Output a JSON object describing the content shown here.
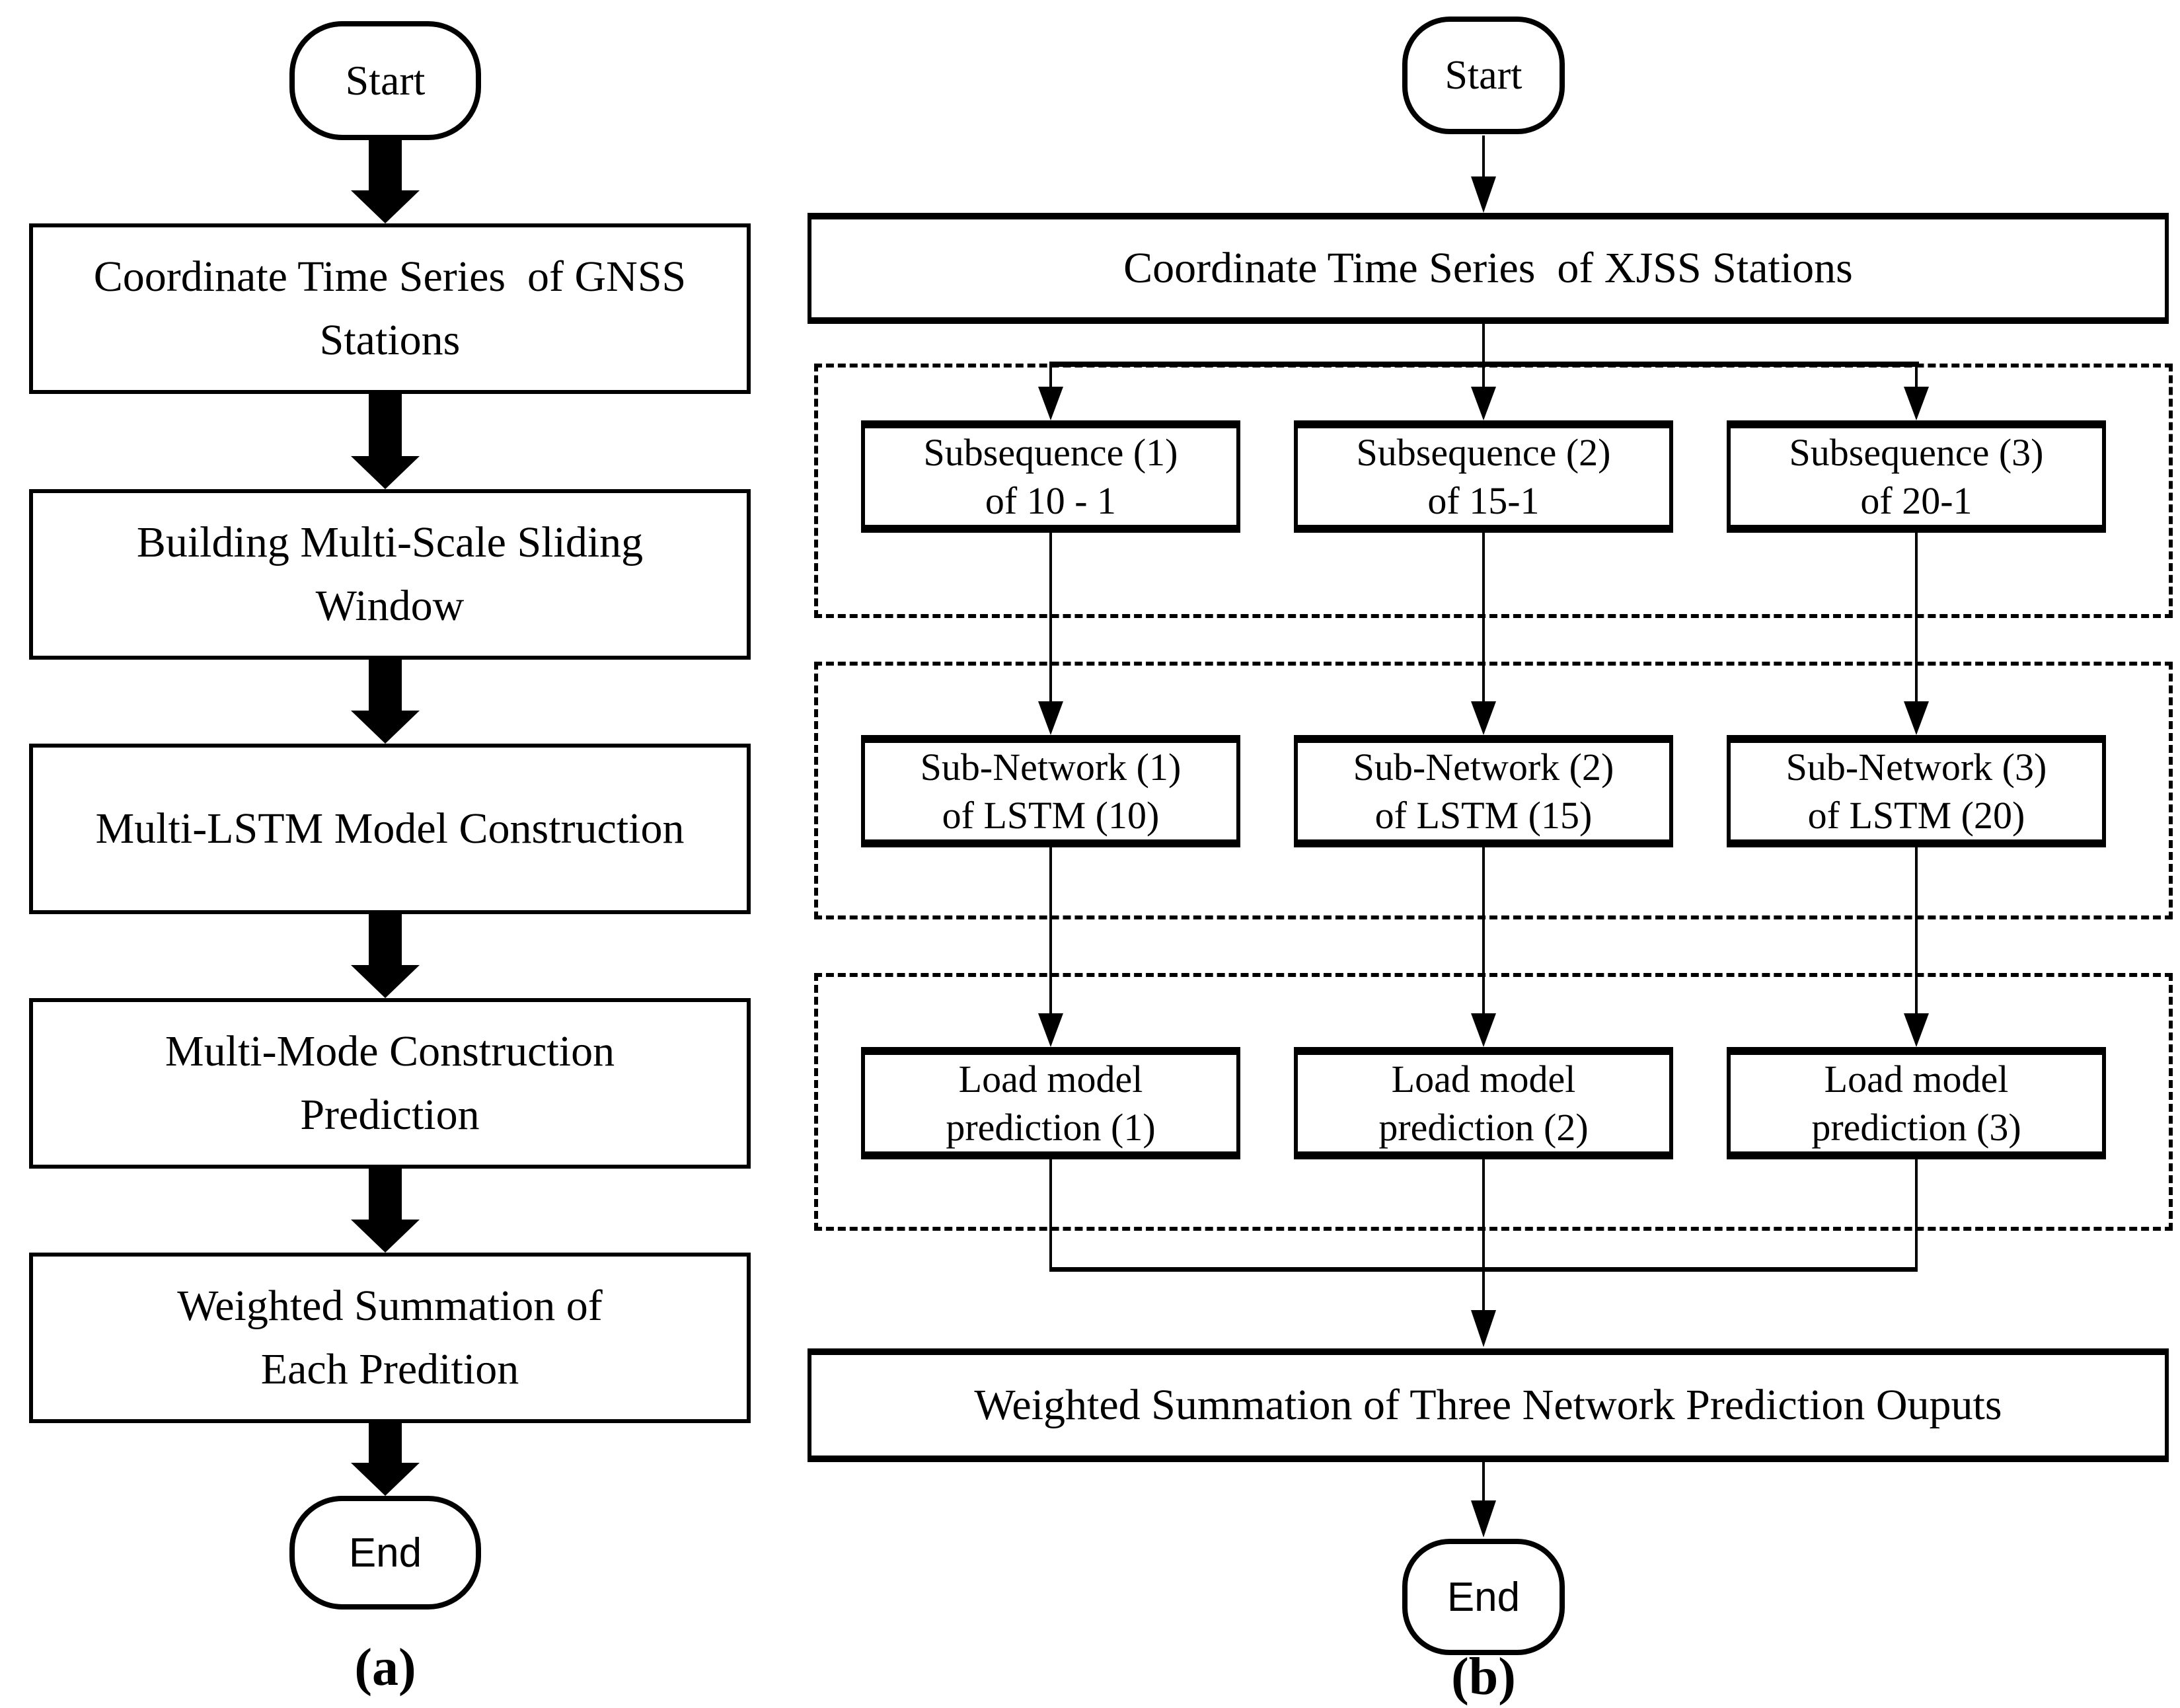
{
  "colors": {
    "ink": "#000000",
    "paper": "#ffffff"
  },
  "panel_a": {
    "caption": "(a)",
    "start_label": "Start",
    "end_label": "End",
    "steps": [
      {
        "line1": "Coordinate Time Series  of GNSS",
        "line2": "Stations"
      },
      {
        "line1": "Building Multi-Scale Sliding",
        "line2": "Window"
      },
      {
        "line1": "Multi-LSTM Model Construction",
        "line2": ""
      },
      {
        "line1": "Multi-Mode Construction",
        "line2": "Prediction"
      },
      {
        "line1": "Weighted Summation of",
        "line2": "Each Predition"
      }
    ]
  },
  "panel_b": {
    "caption": "(b)",
    "start_label": "Start",
    "end_label": "End",
    "input_box": "Coordinate Time Series  of XJSS Stations",
    "output_box": "Weighted Summation of Three Network Prediction Ouputs",
    "columns": [
      {
        "subsequence_line1": "Subsequence (1)",
        "subsequence_line2": "of 10 - 1",
        "subnetwork_line1": "Sub-Network (1)",
        "subnetwork_line2": "of LSTM (10)",
        "load_line1": "Load model",
        "load_line2": "prediction (1)"
      },
      {
        "subsequence_line1": "Subsequence (2)",
        "subsequence_line2": "of 15-1",
        "subnetwork_line1": "Sub-Network (2)",
        "subnetwork_line2": "of LSTM (15)",
        "load_line1": "Load model",
        "load_line2": "prediction (2)"
      },
      {
        "subsequence_line1": "Subsequence (3)",
        "subsequence_line2": "of 20-1",
        "subnetwork_line1": "Sub-Network (3)",
        "subnetwork_line2": "of LSTM (20)",
        "load_line1": "Load model",
        "load_line2": "prediction (3)"
      }
    ]
  }
}
